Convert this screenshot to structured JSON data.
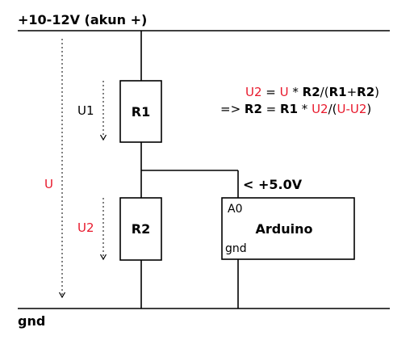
{
  "labels": {
    "supply": "+10-12V (akun +)",
    "ground": "gnd",
    "r1": "R1",
    "r2": "R2",
    "u1": "U1",
    "u2": "U2",
    "u": "U",
    "vmax": "< +5.0V",
    "a0": "A0",
    "arduino": "Arduino",
    "arduino_gnd": "gnd"
  },
  "formula1": {
    "u2": "U2",
    "eq": " = ",
    "u": "U",
    "mul": " * ",
    "r2": "R2",
    "open": "/(",
    "r1": "R1",
    "plus": "+",
    "r2b": "R2",
    "close": ")"
  },
  "formula2": {
    "arrow": "=> ",
    "r2": "R2",
    "eq": " = ",
    "r1": "R1",
    "mul": " * ",
    "u2": "U2",
    "open": "/(",
    "u_minus": "U-U2",
    "close": ")"
  },
  "colors": {
    "accent_red": "#e8192c",
    "line": "#000000"
  }
}
